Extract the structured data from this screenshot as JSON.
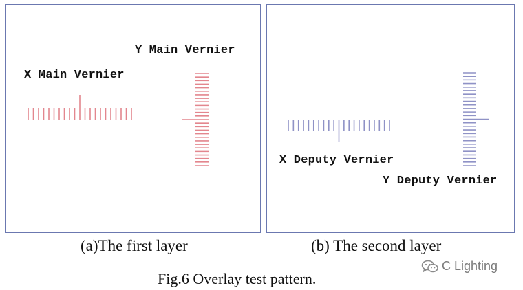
{
  "panels": [
    {
      "caption": "(a)The first layer",
      "x_label": "X Main Vernier",
      "y_label": "Y Main Vernier",
      "color": "#e3868e"
    },
    {
      "caption": "(b) The second layer",
      "x_label": "X Deputy Vernier",
      "y_label": "Y Deputy Vernier",
      "color": "#8f92c6"
    }
  ],
  "figure_title": "Fig.6 Overlay test pattern.",
  "watermark": {
    "icon": "wechat-icon",
    "text": "C Lighting"
  },
  "colors": {
    "frame": "#6b78b0",
    "main_marks": "#e3868e",
    "deputy_marks": "#8f92c6",
    "watermark": "#7a7a7a"
  }
}
